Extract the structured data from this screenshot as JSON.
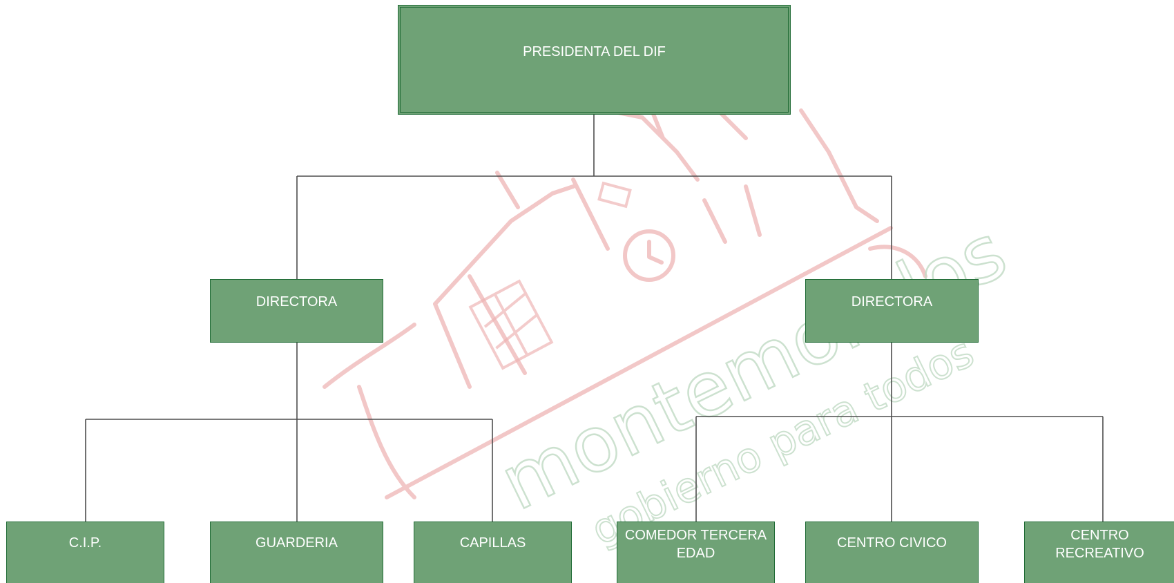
{
  "colors": {
    "box_fill": "#6fa276",
    "box_border": "#1e6a34",
    "connector": "#4d4d4d",
    "watermark_red": "#e8a5a5",
    "watermark_green": "#b9d3bd"
  },
  "org": {
    "top": {
      "label": "PRESIDENTA DEL DIF"
    },
    "directors": [
      {
        "label": "DIRECTORA"
      },
      {
        "label": "DIRECTORA"
      }
    ],
    "units": [
      {
        "label": "C.I.P."
      },
      {
        "label": "GUARDERIA"
      },
      {
        "label": "CAPILLAS"
      },
      {
        "label": "COMEDOR TERCERA EDAD"
      },
      {
        "label": "CENTRO CIVICO"
      },
      {
        "label": "CENTRO RECREATIVO"
      }
    ]
  },
  "watermark": {
    "brand": "montemorelos",
    "tagline": "gobierno para todos"
  }
}
